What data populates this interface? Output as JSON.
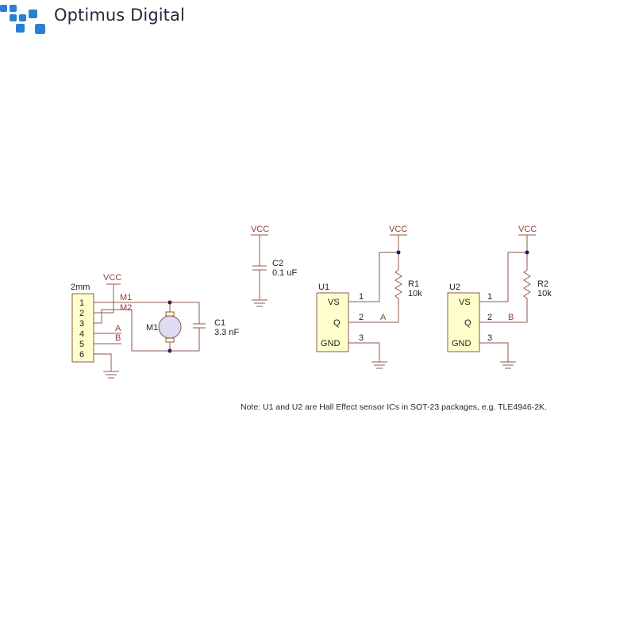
{
  "brand": {
    "name": "Optimus Digital",
    "logo_color": "#2a7fd4",
    "text_color": "#1f2a3a"
  },
  "header": {
    "label": "2mm",
    "pins": [
      "1",
      "2",
      "3",
      "4",
      "5",
      "6"
    ]
  },
  "power": {
    "vcc": "VCC"
  },
  "motor": {
    "ref": "M1",
    "net_m1": "M1",
    "net_m2": "M2"
  },
  "capacitors": {
    "c1": {
      "ref": "C1",
      "value": "3.3 nF"
    },
    "c2": {
      "ref": "C2",
      "value": "0.1 uF"
    }
  },
  "nets": {
    "a": "A",
    "b": "B"
  },
  "sensors": [
    {
      "ref": "U1",
      "pin_vs": "VS",
      "pin_q": "Q",
      "pin_gnd": "GND",
      "n1": "1",
      "n2": "2",
      "n3": "3",
      "out": "A",
      "r_ref": "R1",
      "r_value": "10k"
    },
    {
      "ref": "U2",
      "pin_vs": "VS",
      "pin_q": "Q",
      "pin_gnd": "GND",
      "n1": "1",
      "n2": "2",
      "n3": "3",
      "out": "B",
      "r_ref": "R2",
      "r_value": "10k"
    }
  ],
  "note": "Note: U1 and U2 are Hall Effect sensor ICs in SOT-23 packages, e.g. TLE4946-2K.",
  "colors": {
    "wire": "#8f5a4c",
    "ic_fill": "#ffffcc",
    "net_label": "#9a3b3b",
    "junction": "#1a1a6e"
  }
}
